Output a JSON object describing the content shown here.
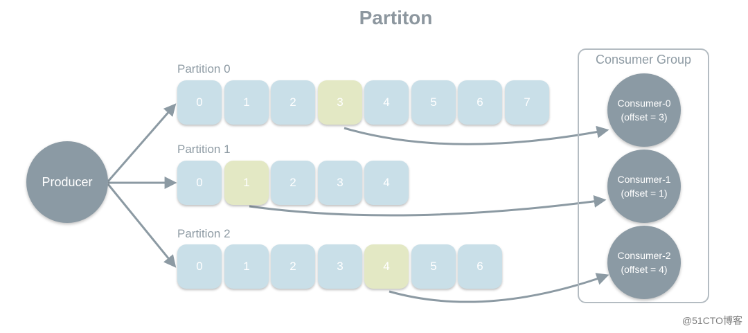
{
  "title": "Partiton",
  "producer": {
    "label": "Producer"
  },
  "partitions": [
    {
      "label": "Partition 0",
      "offsets": [
        "0",
        "1",
        "2",
        "3",
        "4",
        "5",
        "6",
        "7"
      ],
      "highlight": 3
    },
    {
      "label": "Partition 1",
      "offsets": [
        "0",
        "1",
        "2",
        "3",
        "4"
      ],
      "highlight": 1
    },
    {
      "label": "Partition 2",
      "offsets": [
        "0",
        "1",
        "2",
        "3",
        "4",
        "5",
        "6"
      ],
      "highlight": 4
    }
  ],
  "consumer_group": {
    "label": "Consumer Group",
    "consumers": [
      {
        "name": "Consumer-0",
        "offset_text": "(offset = 3)",
        "offset": 3
      },
      {
        "name": "Consumer-1",
        "offset_text": "(offset = 1)",
        "offset": 1
      },
      {
        "name": "Consumer-2",
        "offset_text": "(offset = 4)",
        "offset": 4
      }
    ]
  },
  "watermark": "@51CTO博客",
  "colors": {
    "cell": "#c9dfe8",
    "cell_highlight": "#e3e8c4",
    "node": "#8b9aa4",
    "arrow": "#8c9aa3"
  }
}
